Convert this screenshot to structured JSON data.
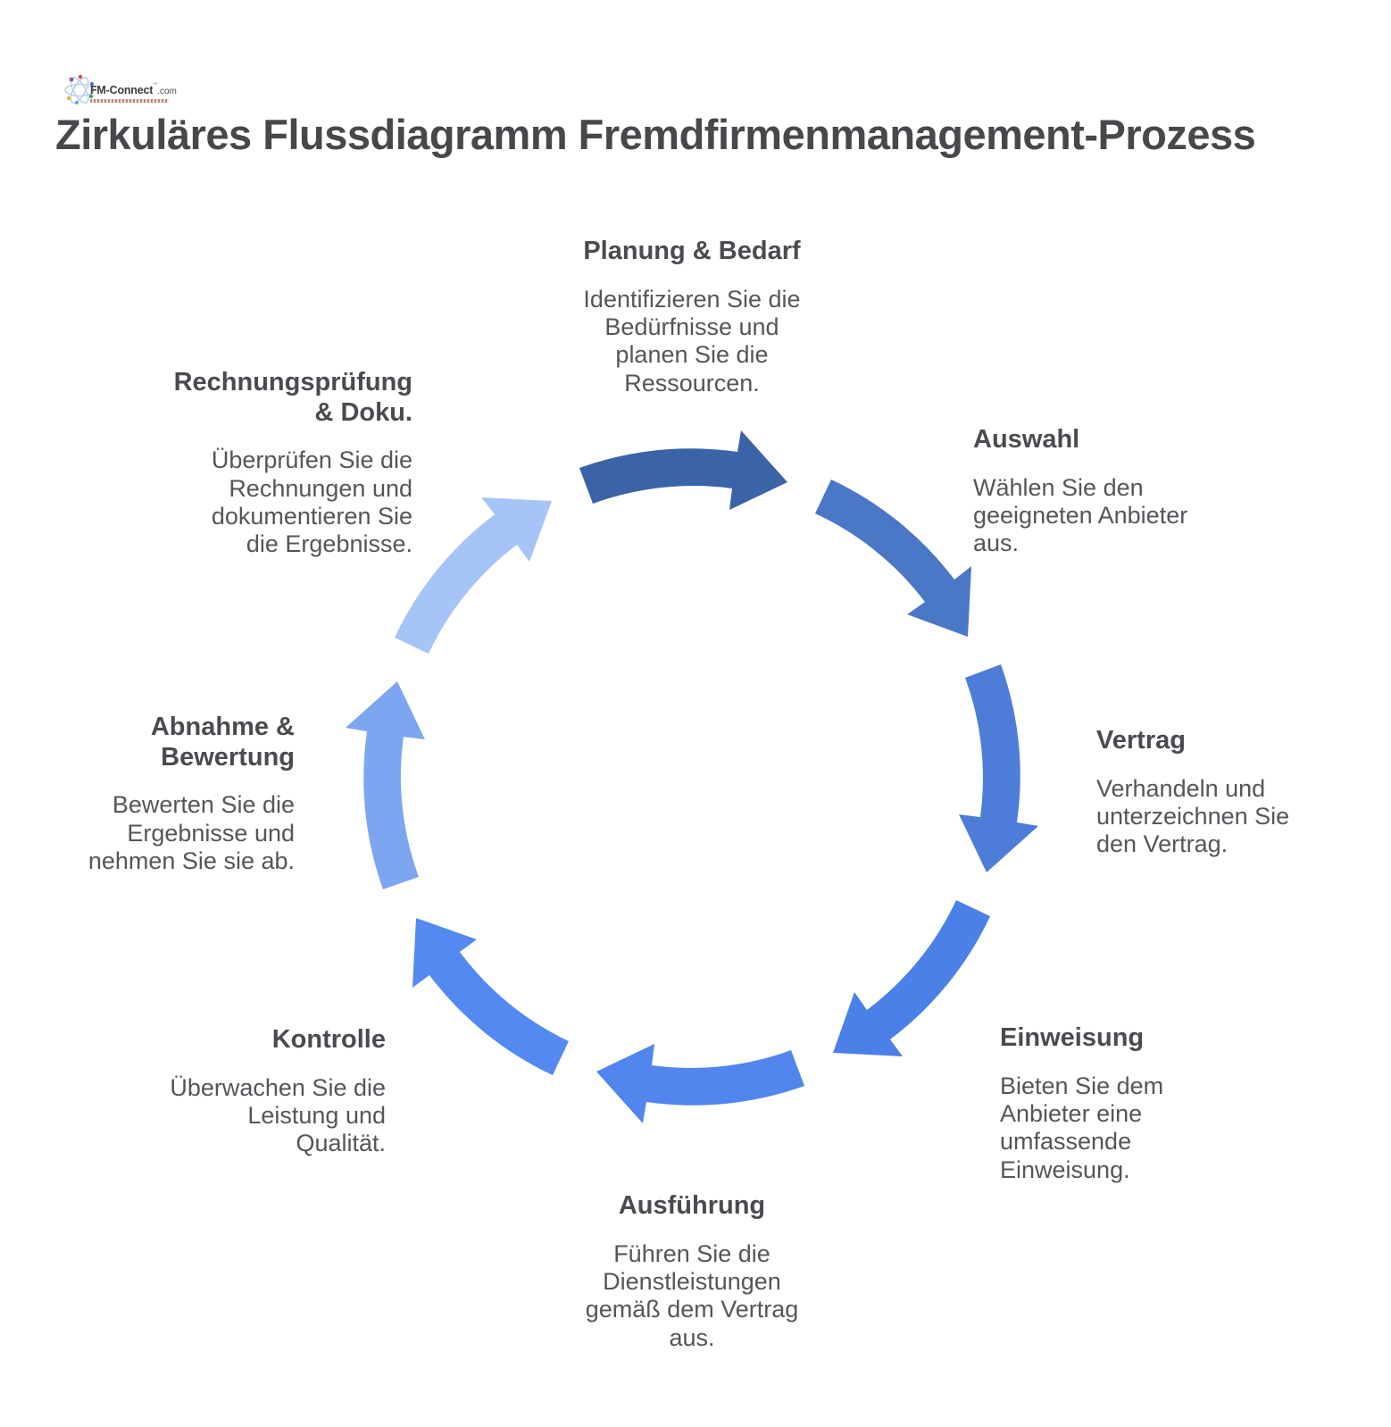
{
  "logo": {
    "brand": "FM-Connect",
    "suffix": ".com",
    "trademark": "™"
  },
  "header": {
    "title": "Zirkuläres Flussdiagramm Fremdfirmenmanagement-Prozess"
  },
  "diagram": {
    "type": "circular-flow",
    "direction": "clockwise",
    "stages": [
      {
        "title": "Planung & Bedarf",
        "desc": "Identifizieren Sie die\nBedürfnisse und\nplanen Sie die\nRessourcen."
      },
      {
        "title": "Auswahl",
        "desc": "Wählen Sie den\ngeeigneten Anbieter\naus."
      },
      {
        "title": "Vertrag",
        "desc": "Verhandeln und\nunterzeichnen Sie\nden Vertrag."
      },
      {
        "title": "Einweisung",
        "desc": "Bieten Sie dem\nAnbieter eine\numfassende\nEinweisung."
      },
      {
        "title": "Ausführung",
        "desc": "Führen Sie die\nDienstleistungen\ngemäß dem Vertrag\naus."
      },
      {
        "title": "Kontrolle",
        "desc": "Überwachen Sie die\nLeistung und\nQualität."
      },
      {
        "title": "Abnahme &\nBewertung",
        "desc": "Bewerten Sie die\nErgebnisse und\nnehmen Sie sie ab."
      },
      {
        "title": "Rechnungsprüfung\n& Doku.",
        "desc": "Überprüfen Sie die\nRechnungen und\ndokumentieren Sie\ndie Ergebnisse."
      }
    ],
    "arrows": [
      {
        "from": "Planung & Bedarf",
        "to": "Auswahl",
        "color": "#3b63a8"
      },
      {
        "from": "Auswahl",
        "to": "Vertrag",
        "color": "#4a77c6"
      },
      {
        "from": "Vertrag",
        "to": "Einweisung",
        "color": "#4d7dd9"
      },
      {
        "from": "Einweisung",
        "to": "Ausführung",
        "color": "#4b80e8"
      },
      {
        "from": "Ausführung",
        "to": "Kontrolle",
        "color": "#5286ee"
      },
      {
        "from": "Kontrolle",
        "to": "Abnahme & Bewertung",
        "color": "#5489f2"
      },
      {
        "from": "Abnahme & Bewertung",
        "to": "Rechnungsprüfung & Doku.",
        "color": "#7da6f0"
      },
      {
        "from": "Rechnungsprüfung & Doku.",
        "to": "Planung & Bedarf",
        "color": "#a6c4f8"
      }
    ]
  }
}
